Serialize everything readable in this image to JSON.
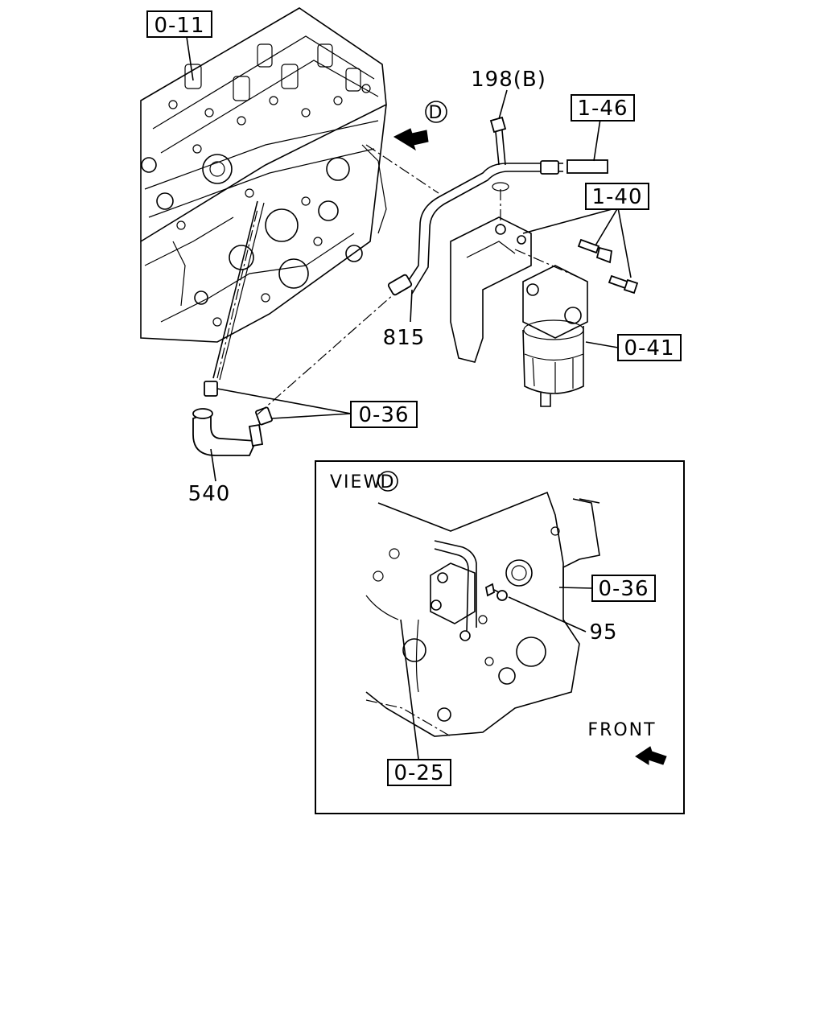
{
  "labels": {
    "engine_block": "0-11",
    "bolt_top": "198(B)",
    "view_marker": "D",
    "pipe_ref": "1-46",
    "bracket_bolts": "1-40",
    "hose_num": "815",
    "filter": "0-41",
    "clips": "0-36",
    "elbow_hose": "540"
  },
  "inset": {
    "title": "VIEW",
    "marker": "D",
    "clip_ref": "0-36",
    "bolt_num": "95",
    "cover_ref": "0-25",
    "front": "FRONT"
  }
}
